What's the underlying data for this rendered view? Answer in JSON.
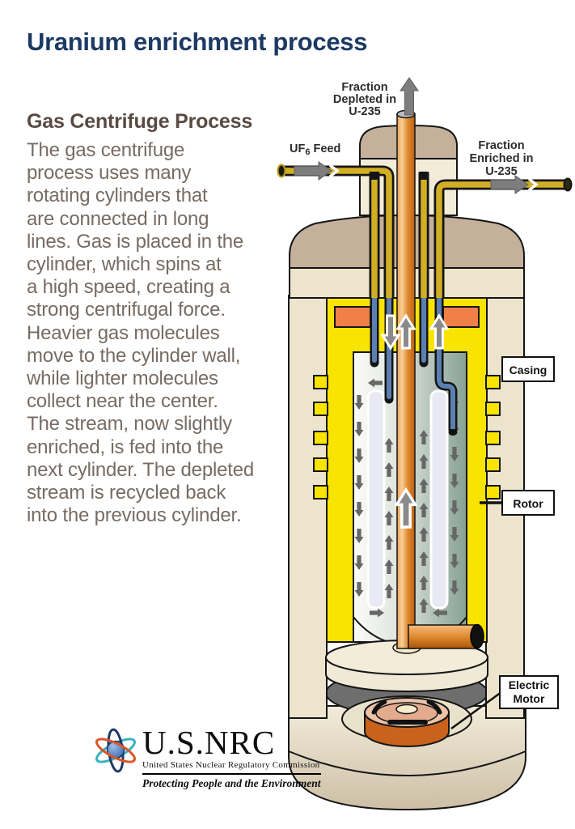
{
  "page": {
    "title": "Uranium enrichment process"
  },
  "article": {
    "heading": "Gas Centrifuge Process",
    "body_lines": [
      "The gas centrifuge",
      "process uses many",
      "rotating cylinders that",
      "are connected in long",
      "lines. Gas is placed in the",
      "cylinder, which spins at",
      "a high speed, creating a",
      "strong centrifugal force.",
      "Heavier gas molecules",
      "move to the cylinder wall,",
      "while lighter molecules",
      "collect near the center.",
      "The stream, now slightly",
      "enriched, is fed into the",
      "next cylinder. The depleted",
      "stream is recycled back",
      "into the previous cylinder."
    ]
  },
  "diagram": {
    "labels": {
      "depleted": [
        "Fraction",
        "Depleted in",
        "U-235"
      ],
      "enriched": [
        "Fraction",
        "Enriched in",
        "U-235"
      ],
      "feed": {
        "prefix": "UF",
        "sub": "6",
        "suffix": " Feed"
      },
      "casing": "Casing",
      "rotor": "Rotor",
      "motor": [
        "Electric",
        "Motor"
      ]
    },
    "colors": {
      "title_navy": "#1c3a63",
      "heading_brown": "#584a42",
      "body_gray": "#776b63",
      "rotor_yellow": "#f9e300",
      "casing_beige": "#ece4cc",
      "dome_tan": "#c4b09b",
      "cap_beige": "#f2ecd9",
      "block_orange": "#f08048",
      "motor_orange": "#c8621c",
      "pipe_gold": "#d2ae24",
      "pipe_blue": "#5b7fb0",
      "tube_orange": "#d97f2a",
      "arrow_gray": "#6b6b6b"
    }
  },
  "logo": {
    "org": "U.S.NRC",
    "org_sub": "United States Nuclear Regulatory Commission",
    "tagline": "Protecting People and the Environment"
  }
}
